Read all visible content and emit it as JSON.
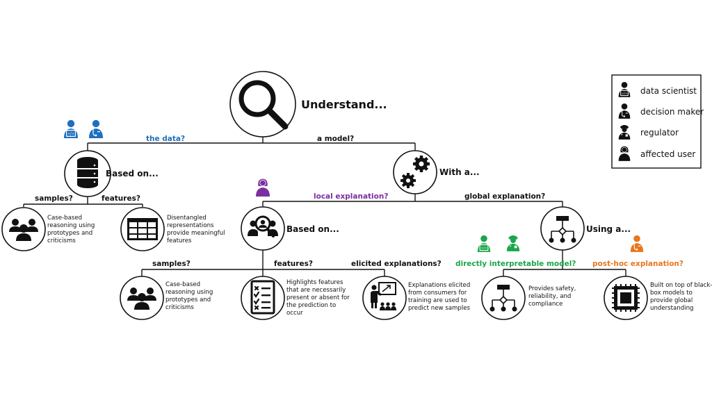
{
  "colors": {
    "line": "#111111",
    "blue": "#1f6fc0",
    "purple": "#7b2fa0",
    "green": "#1aa64a",
    "orange": "#e8761e"
  },
  "root": {
    "title": "Understand...",
    "icon": "magnifier-icon"
  },
  "branches": {
    "data": {
      "question": "the data?",
      "node": "Based on...",
      "icon": "database-icon"
    },
    "model": {
      "question": "a model?",
      "node": "With a...",
      "icon": "gears-icon"
    }
  },
  "data_children": {
    "samples": {
      "question": "samples?",
      "icon": "group-icon",
      "desc": [
        "Case-based",
        "reasoning using",
        "prototypes and",
        "criticisms"
      ]
    },
    "features": {
      "question": "features?",
      "icon": "grid-icon",
      "desc": [
        "Disentangled",
        "representations",
        "provide meaningful",
        "features"
      ]
    }
  },
  "model_children": {
    "local": {
      "question": "local explanation?",
      "node": "Based on...",
      "icon": "person-search-icon"
    },
    "global": {
      "question": "global explanation?",
      "node": "Using a...",
      "icon": "flowchart-icon"
    }
  },
  "local_children": {
    "samples": {
      "question": "samples?",
      "icon": "group-icon",
      "desc": [
        "Case-based",
        "reasoning using",
        "prototypes and",
        "criticisms"
      ]
    },
    "features": {
      "question": "features?",
      "icon": "checklist-icon",
      "desc": [
        "Highlights features",
        "that are necessarily",
        "present or absent for",
        "the prediction to",
        "occur"
      ]
    },
    "elicited": {
      "question": "elicited explanations?",
      "icon": "presenter-icon",
      "desc": [
        "Explanations elicited",
        "from consumers for",
        "training are used to",
        "predict new samples"
      ]
    }
  },
  "global_children": {
    "direct": {
      "question": "directly interpretable model?",
      "icon": "flowchart-icon",
      "desc": [
        "Provides safety,",
        "reliability, and",
        "compliance"
      ]
    },
    "posthoc": {
      "question": "post-hoc explanation?",
      "icon": "chip-icon",
      "desc": [
        "Built on top of black-",
        "box models to",
        "provide global",
        "understanding"
      ]
    }
  },
  "legend": [
    {
      "label": "data scientist",
      "icon": "data-scientist-icon"
    },
    {
      "label": "decision maker",
      "icon": "decision-maker-icon"
    },
    {
      "label": "regulator",
      "icon": "regulator-icon"
    },
    {
      "label": "affected user",
      "icon": "affected-user-icon"
    }
  ]
}
